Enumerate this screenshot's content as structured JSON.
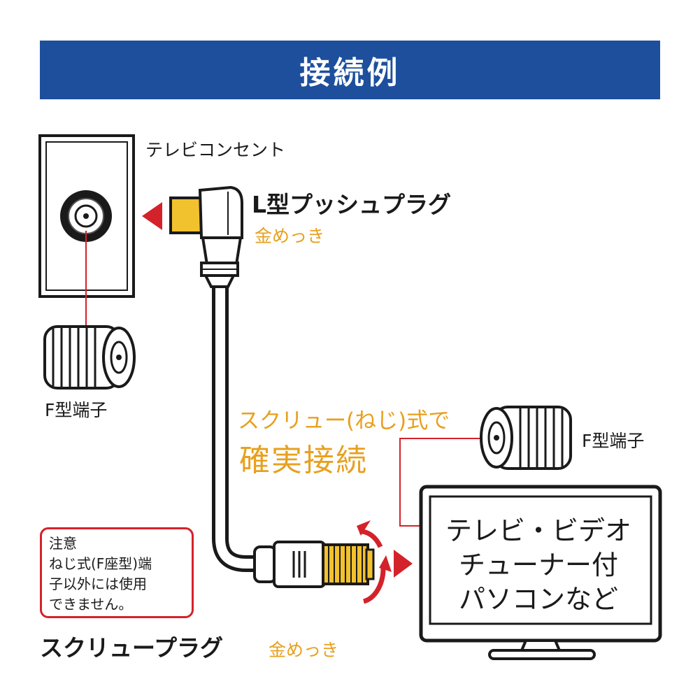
{
  "title": "接続例",
  "outlet_label": "テレビコンセント",
  "l_plug": {
    "name": "L型プッシュプラグ",
    "plating": "金めっき"
  },
  "f_terminal_left": "F型端子",
  "f_terminal_right": "F型端子",
  "screw_message": {
    "line1": "スクリュー(ねじ)式で",
    "line2": "確実接続"
  },
  "caution": {
    "heading": "注意",
    "line1": "ねじ式(F座型)端",
    "line2": "子以外には使用",
    "line3": "できません。"
  },
  "tv_labels": [
    "テレビ・ビデオ",
    "チューナー付",
    "パソコンなど"
  ],
  "screw_plug": {
    "name": "スクリュープラグ",
    "plating": "金めっき"
  },
  "colors": {
    "title_bar": "#1d4f9c",
    "accent_red": "#d4222a",
    "gold": "#e8a01e",
    "plug_gold": "#f2c12e",
    "dark": "#1a1a1a"
  }
}
